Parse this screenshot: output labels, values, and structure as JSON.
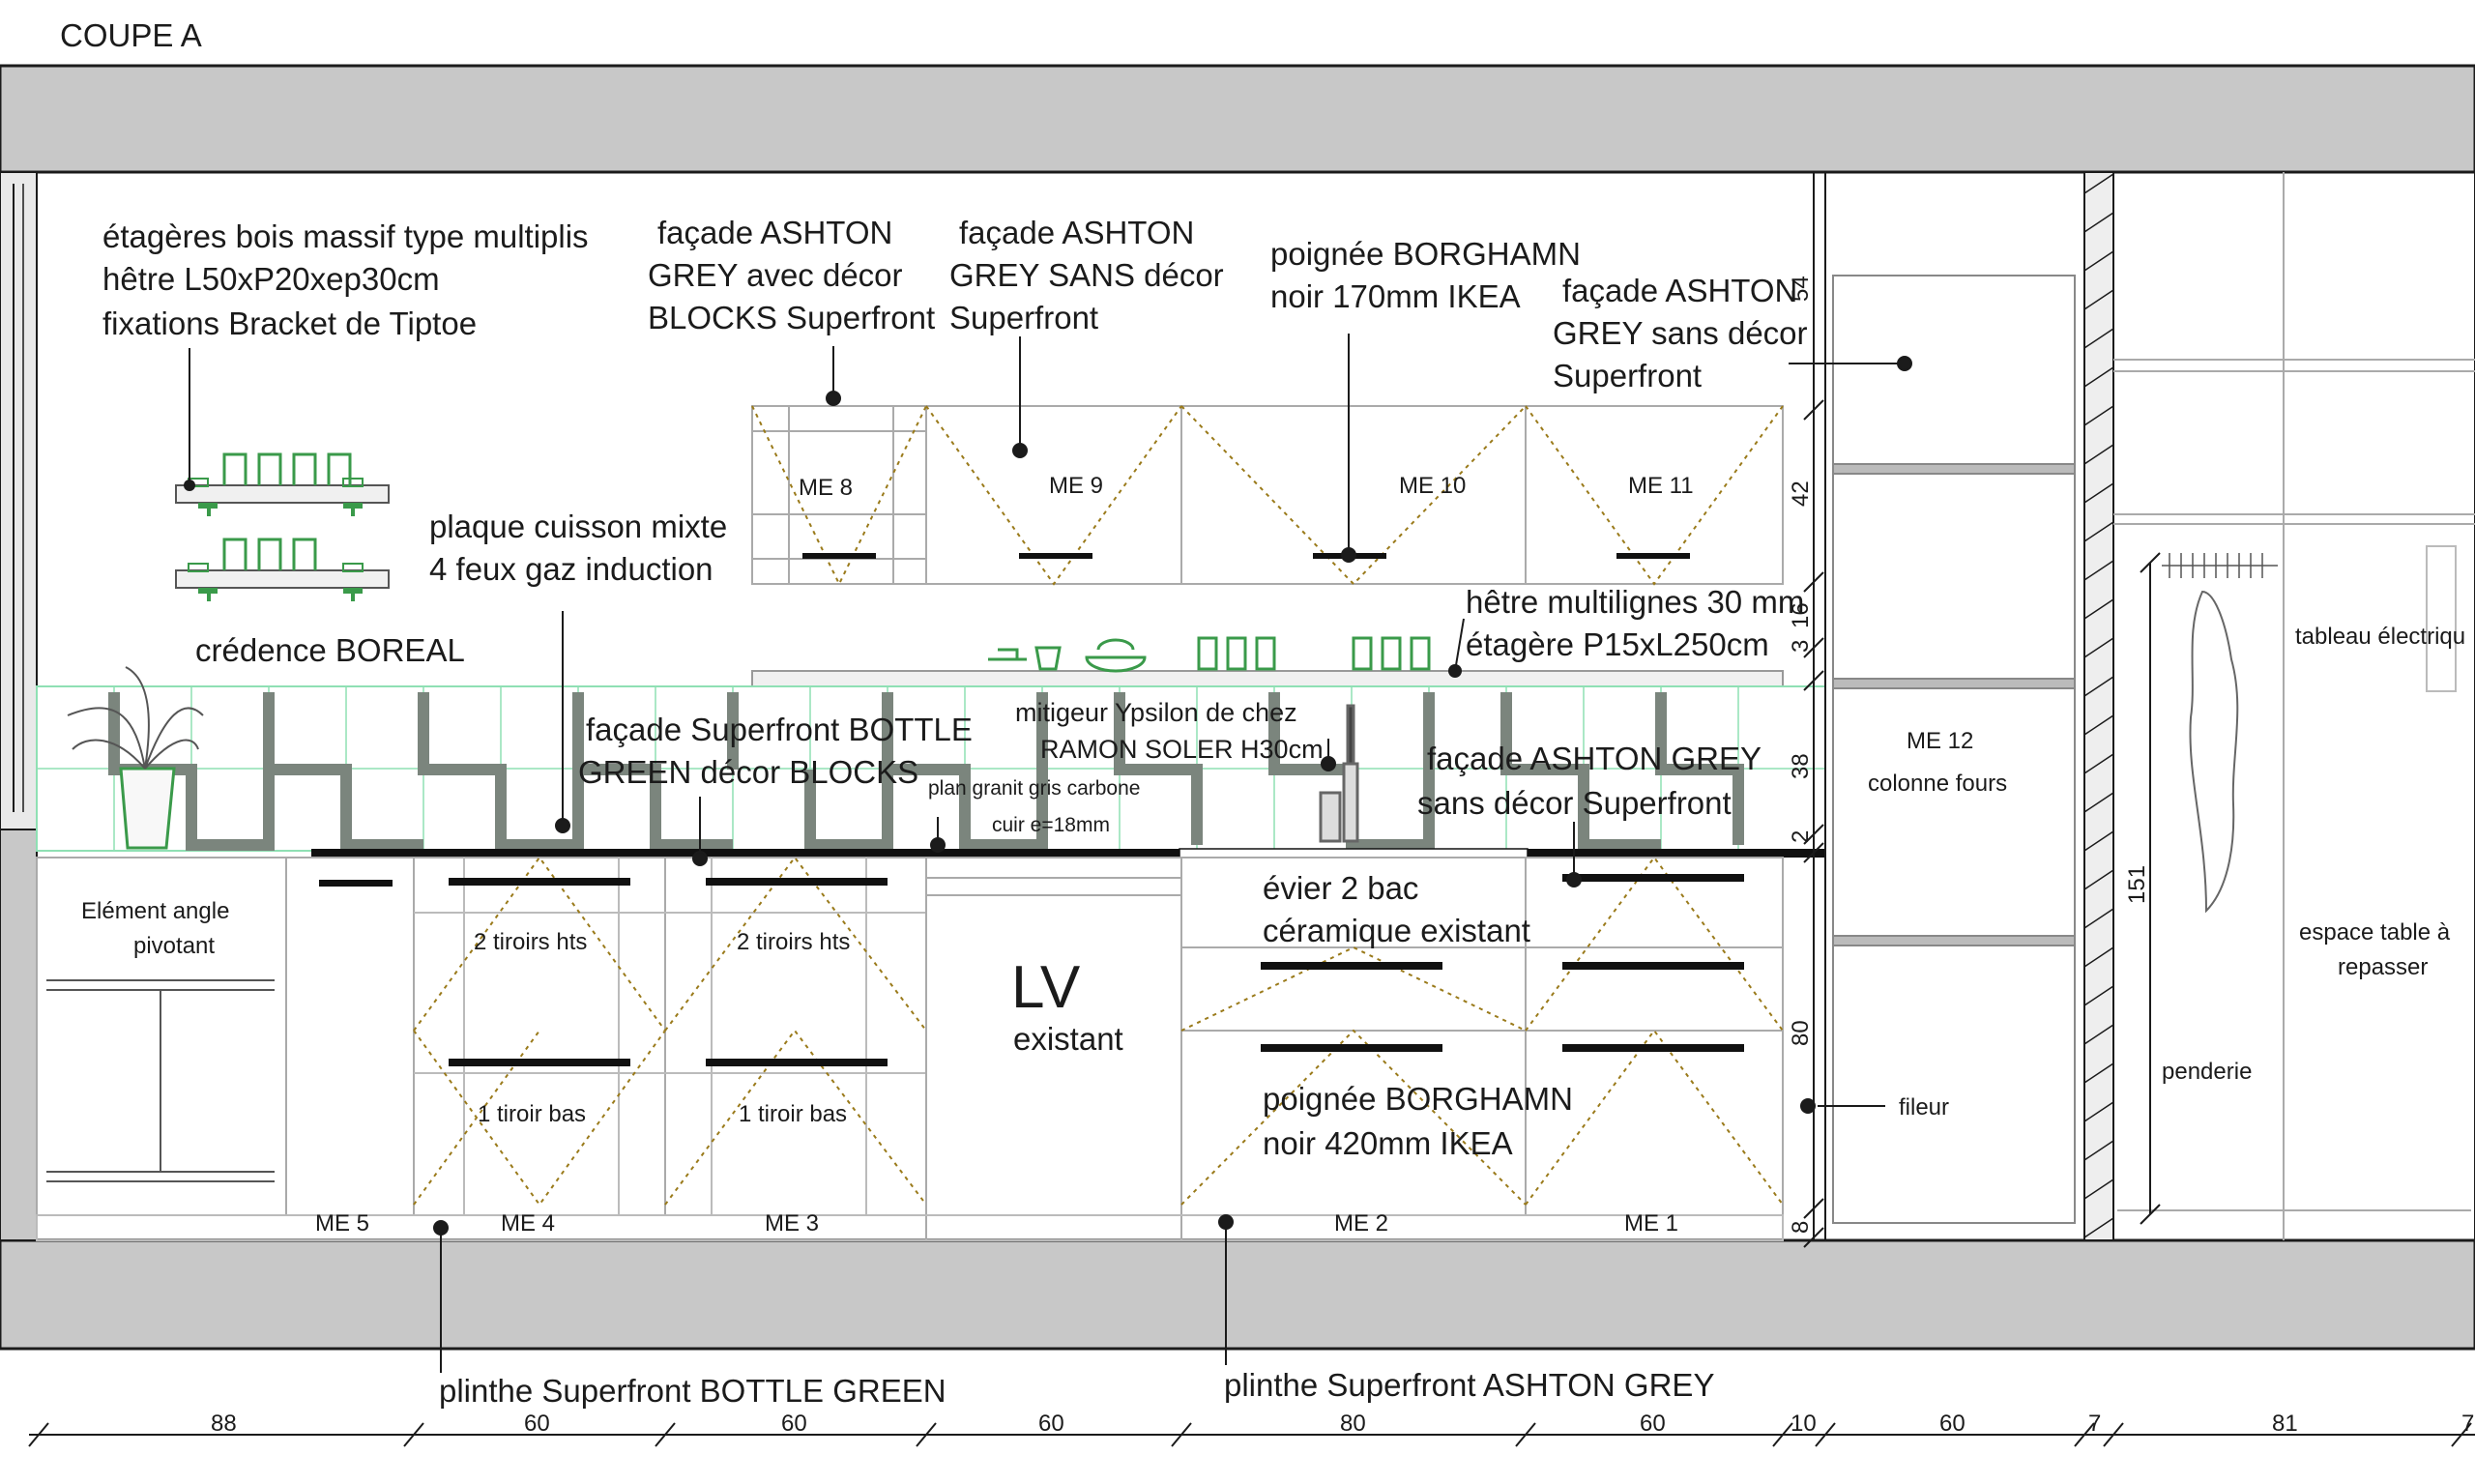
{
  "title": "COUPE A",
  "annotations": {
    "shelves": [
      "étagères bois massif type multiplis",
      "hêtre L50xP20xep30cm",
      "fixations Bracket de Tiptoe"
    ],
    "facade_blocks": [
      "façade ASHTON",
      "GREY avec décor",
      "BLOCKS Superfront"
    ],
    "facade_plain": [
      "façade ASHTON",
      "GREY SANS décor",
      "Superfront"
    ],
    "handle_170": [
      "poignée BORGHAMN",
      "noir 170mm IKEA"
    ],
    "facade_right": [
      "façade ASHTON",
      "GREY sans décor",
      "Superfront"
    ],
    "hob": [
      "plaque cuisson mixte",
      "4 feux gaz induction"
    ],
    "credence": "crédence  BOREAL",
    "shelf_beech": [
      "hêtre multilignes 30 mm",
      "étagère P15xL250cm"
    ],
    "facade_green": [
      "façade Superfront BOTTLE",
      "GREEN décor BLOCKS"
    ],
    "mixer": [
      "mitigeur Ypsilon de chez",
      "RAMON SOLER H30cm"
    ],
    "worktop": [
      "plan granit gris carbone",
      "cuir e=18mm"
    ],
    "facade_grey_sd": [
      "façade ASHTON GREY",
      "sans décor Superfront"
    ],
    "corner": [
      "Elément angle",
      "pivotant"
    ],
    "drawers_hts_a": "2 tiroirs hts",
    "drawers_hts_b": "2 tiroirs hts",
    "drawer_bas_a": "1 tiroir bas",
    "drawer_bas_b": "1 tiroir bas",
    "lv": "LV",
    "lv_sub": "existant",
    "sink": [
      "évier 2 bac",
      "céramique existant"
    ],
    "handle_420": [
      "poignée BORGHAMN",
      "noir 420mm IKEA"
    ],
    "column": [
      "ME 12",
      "colonne fours"
    ],
    "filler": "fileur",
    "panel": "tableau électriqu",
    "ironing": [
      "espace table à",
      "repasser"
    ],
    "wardrobe": "penderie",
    "plinth_green": "plinthe Superfront BOTTLE GREEN",
    "plinth_grey": "plinthe Superfront ASHTON GREY"
  },
  "modules": {
    "me8": "ME 8",
    "me9": "ME 9",
    "me10": "ME 10",
    "me11": "ME 11",
    "me5": "ME 5",
    "me4": "ME 4",
    "me3": "ME 3",
    "me2": "ME 2",
    "me1": "ME 1"
  },
  "dims_horizontal": {
    "d1": "88",
    "d2": "60",
    "d3": "60",
    "d4": "60",
    "d5": "80",
    "d6": "60",
    "d7": "10",
    "d8": "60",
    "d9": "7",
    "d10": "81",
    "d11": "7"
  },
  "dims_vertical": {
    "v1": "54",
    "v2": "42",
    "v3": "16",
    "v4": "3",
    "v5": "38",
    "v6": "2",
    "v7": "80",
    "v8": "8",
    "v9": "151"
  },
  "colors": {
    "wall": "#c8c8c8",
    "line": "#1b1b1b",
    "tile_green": "#8fe0b4",
    "tile_block": "#7b857d",
    "plant_green": "#3a9a4a",
    "dash_gold": "#9a7a1a"
  }
}
